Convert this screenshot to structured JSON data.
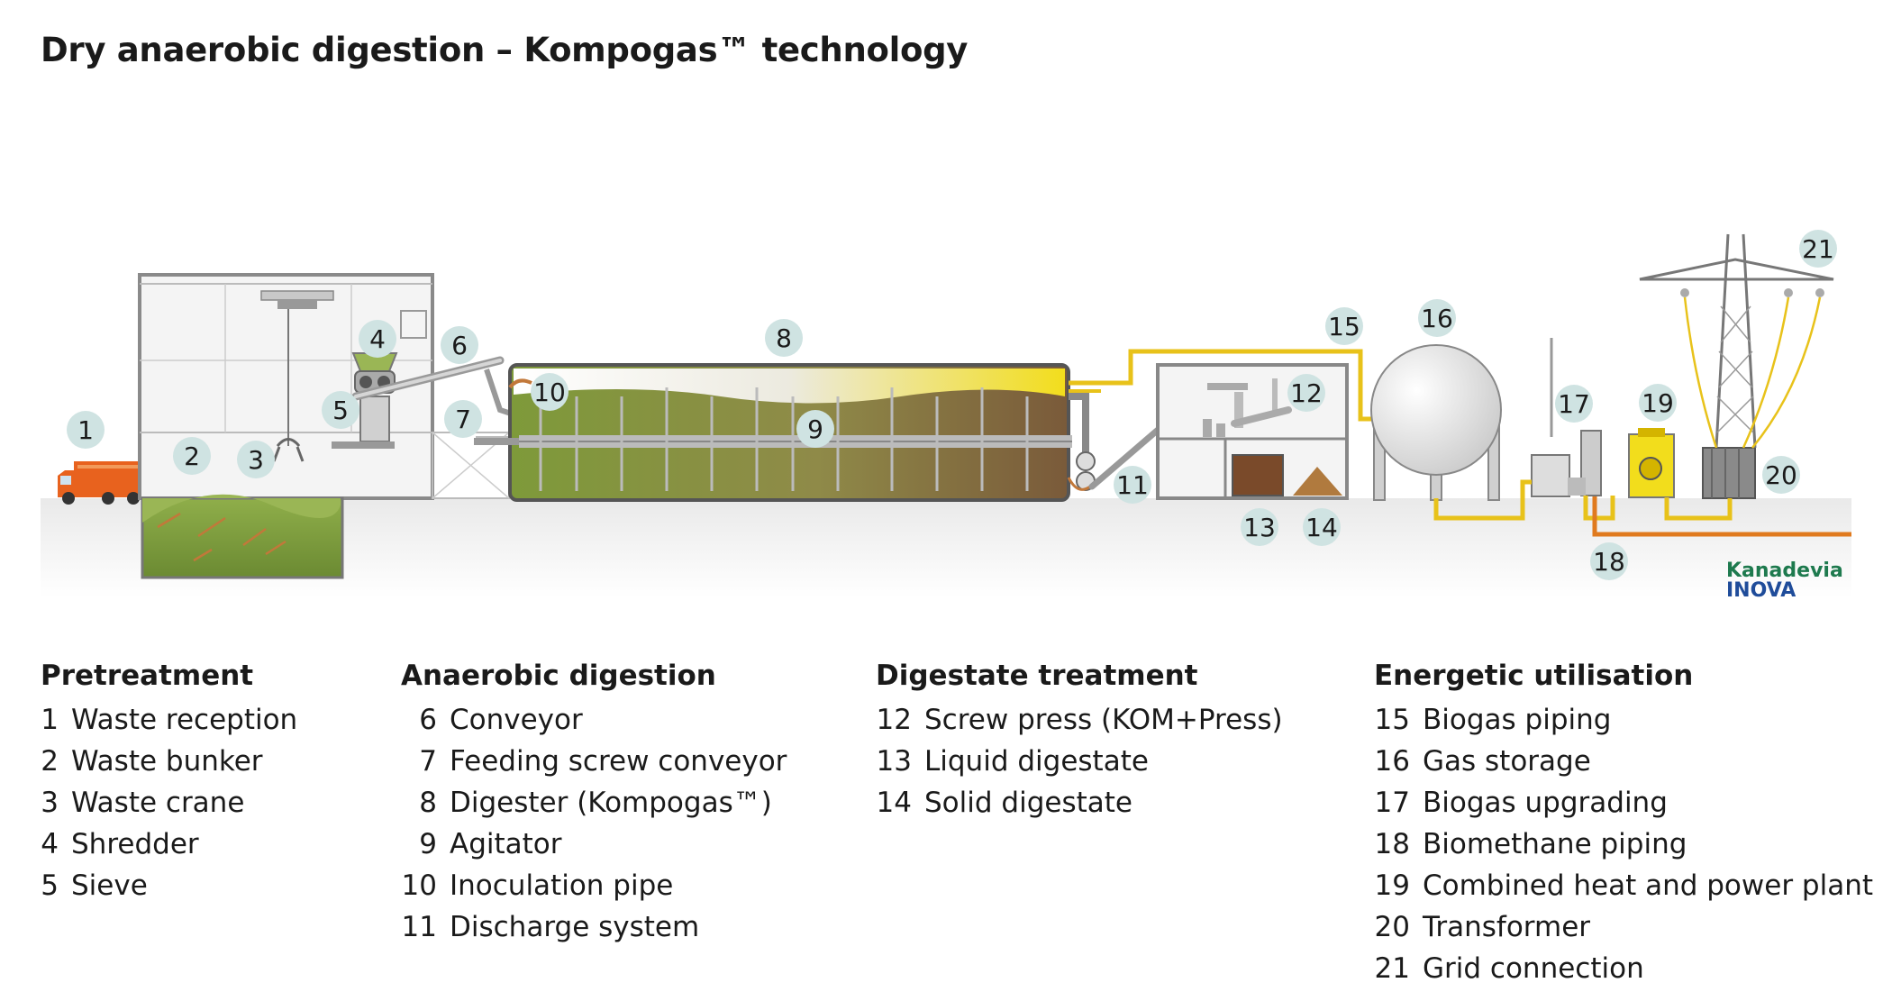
{
  "title": "Dry anaerobic digestion – Kompogas™ technology",
  "brand": {
    "line1": "Kanadevia",
    "line2": "INOVA"
  },
  "markers": [
    "1",
    "2",
    "3",
    "4",
    "5",
    "6",
    "7",
    "8",
    "9",
    "10",
    "11",
    "12",
    "13",
    "14",
    "15",
    "16",
    "17",
    "18",
    "19",
    "20",
    "21"
  ],
  "legend": {
    "pretreatment": {
      "heading": "Pretreatment",
      "items": [
        {
          "num": "1",
          "label": "Waste reception"
        },
        {
          "num": "2",
          "label": "Waste bunker"
        },
        {
          "num": "3",
          "label": "Waste crane"
        },
        {
          "num": "4",
          "label": "Shredder"
        },
        {
          "num": "5",
          "label": "Sieve"
        }
      ]
    },
    "anaerobic": {
      "heading": "Anaerobic digestion",
      "items": [
        {
          "num": "6",
          "label": "Conveyor"
        },
        {
          "num": "7",
          "label": "Feeding screw conveyor"
        },
        {
          "num": "8",
          "label": "Digester (Kompogas™)"
        },
        {
          "num": "9",
          "label": "Agitator"
        },
        {
          "num": "10",
          "label": "Inoculation pipe"
        },
        {
          "num": "11",
          "label": "Discharge system"
        }
      ]
    },
    "digestate": {
      "heading": "Digestate treatment",
      "items": [
        {
          "num": "12",
          "label": "Screw press  (KOM+Press)"
        },
        {
          "num": "13",
          "label": "Liquid digestate"
        },
        {
          "num": "14",
          "label": "Solid digestate"
        }
      ]
    },
    "energetic": {
      "heading": "Energetic utilisation",
      "items": [
        {
          "num": "15",
          "label": "Biogas piping"
        },
        {
          "num": "16",
          "label": "Gas storage"
        },
        {
          "num": "17",
          "label": "Biogas upgrading"
        },
        {
          "num": "18",
          "label": "Biomethane piping"
        },
        {
          "num": "19",
          "label": "Combined heat and power plant"
        },
        {
          "num": "20",
          "label": "Transformer"
        },
        {
          "num": "21",
          "label": "Grid connection"
        }
      ]
    }
  },
  "colors": {
    "marker": "#cfe3e2",
    "biogas_pipe": "#e8c21a",
    "biomethane_pipe": "#e07a1e",
    "waste_green": "#7c9a3c",
    "ground": "#eeeeee"
  }
}
